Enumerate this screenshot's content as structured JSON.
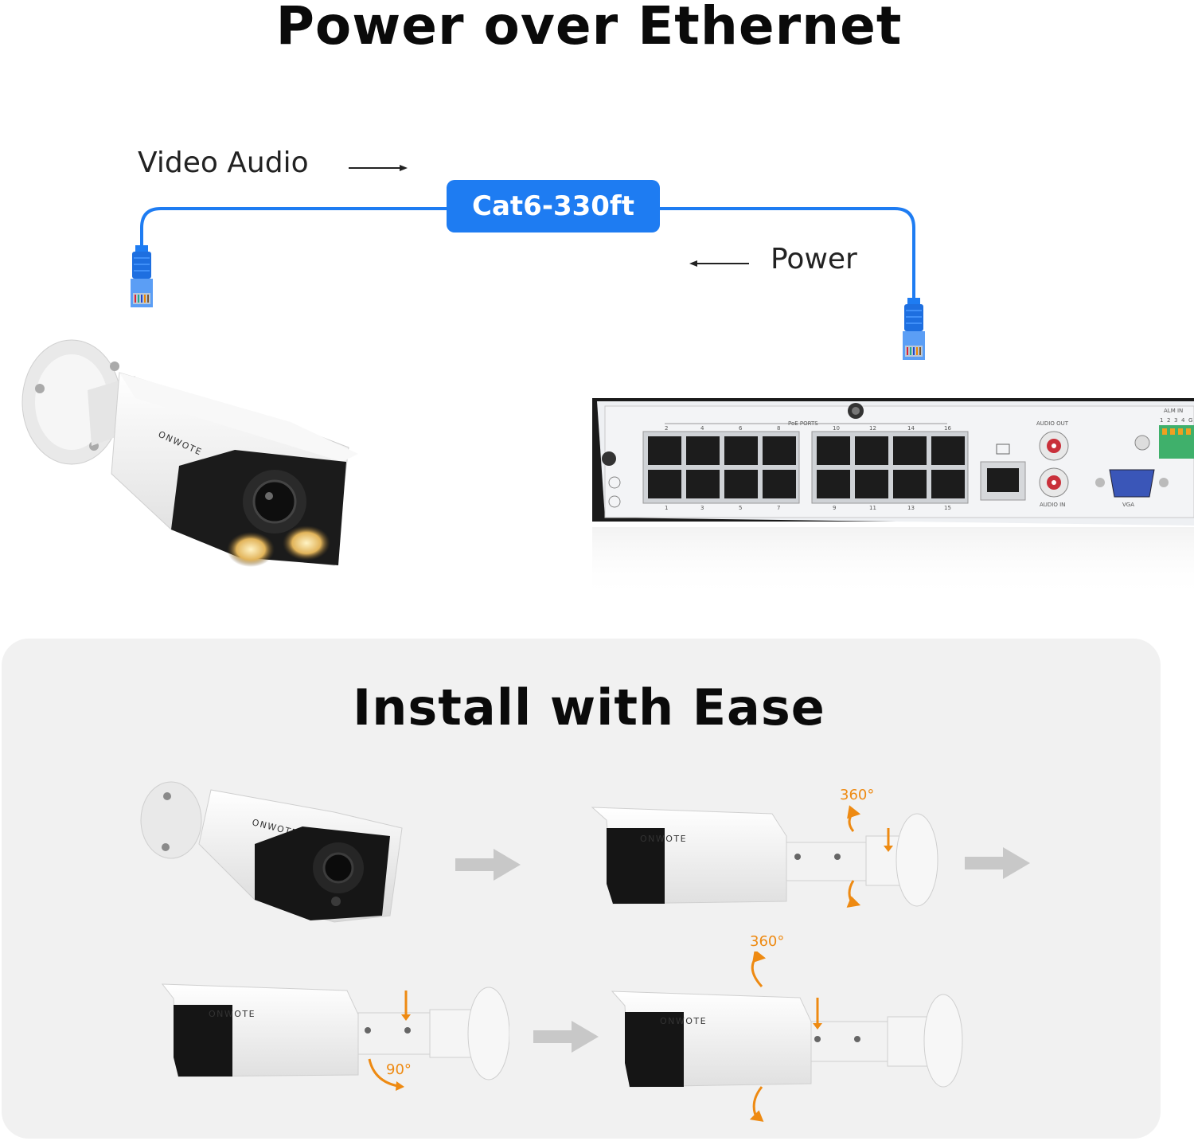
{
  "poe": {
    "title": "Power over Ethernet",
    "video_audio_label": "Video Audio",
    "cable_label": "Cat6-330ft",
    "power_label": "Power",
    "camera_brand": "ONWOTE",
    "nvr": {
      "poe_ports_label": "PoE PORTS",
      "top_port_numbers": [
        "2",
        "4",
        "6",
        "8",
        "10",
        "12",
        "14",
        "16"
      ],
      "bottom_port_numbers": [
        "1",
        "3",
        "5",
        "7",
        "9",
        "11",
        "13",
        "15"
      ],
      "audio_out_label": "AUDIO OUT",
      "audio_in_label": "AUDIO IN",
      "vga_label": "VGA",
      "alm_in_label": "ALM IN",
      "alm_numbers": [
        "1",
        "2",
        "3",
        "4",
        "G"
      ]
    }
  },
  "install": {
    "title": "Install with Ease",
    "camera_brand": "ONWOTE",
    "rotation_top_label": "360°",
    "rotation_step4_label": "360°",
    "tilt_label": "90°"
  },
  "colors": {
    "cable_blue": "#1e7cf2",
    "accent_orange": "#ee8a12",
    "panel_gray": "#f1f1f1"
  }
}
